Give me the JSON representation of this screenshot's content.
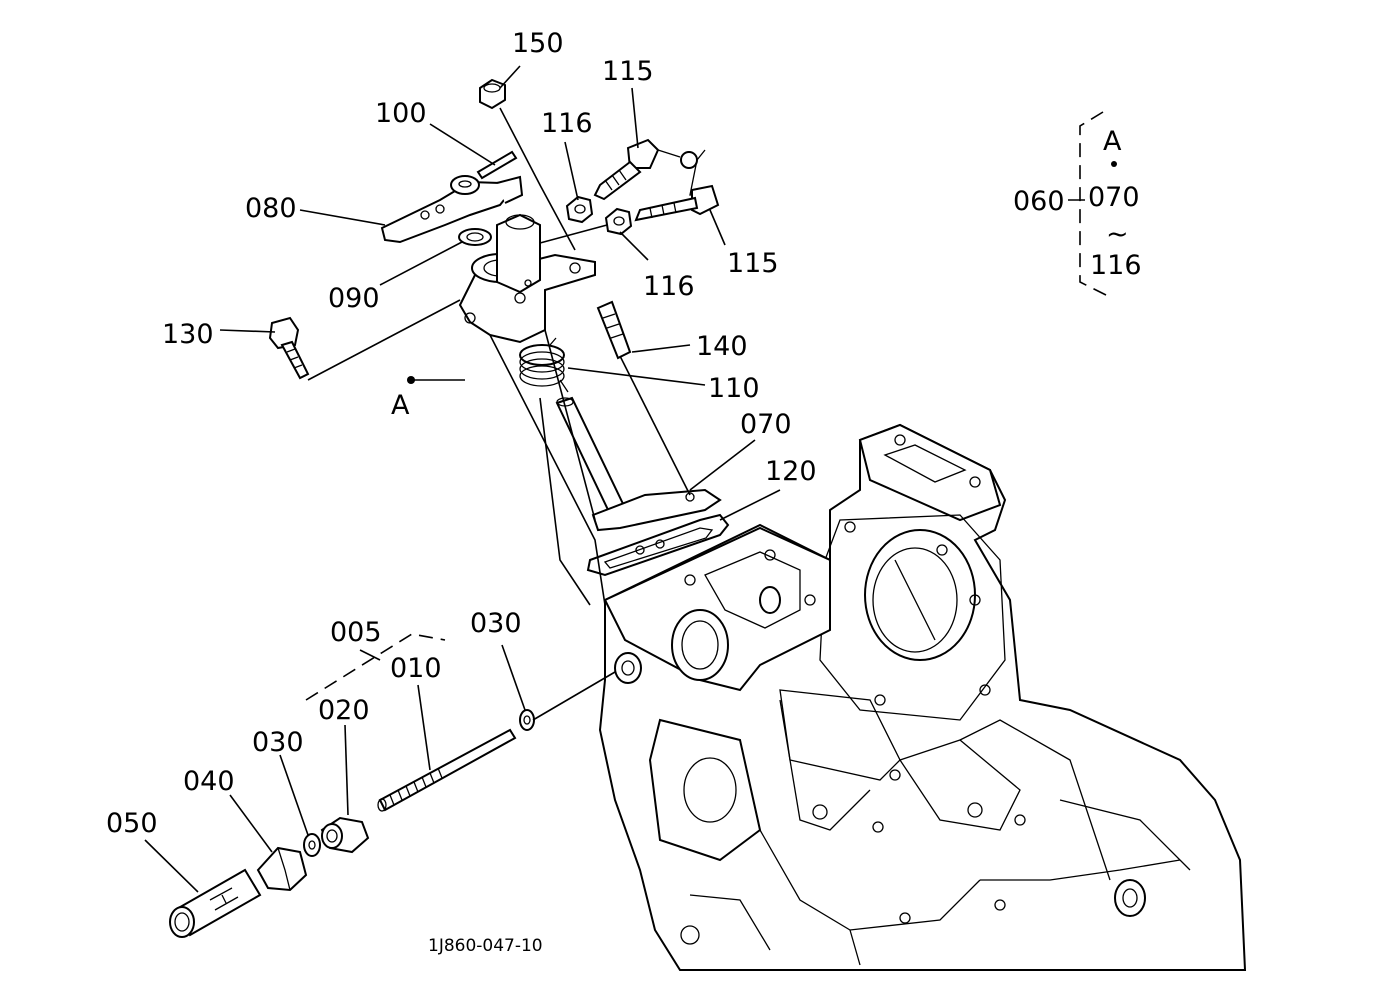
{
  "callouts": {
    "p150": "150",
    "p115_top": "115",
    "p100": "100",
    "p116_top": "116",
    "p080": "080",
    "p090": "090",
    "p116_bottom": "116",
    "p115_bottom": "115",
    "p130": "130",
    "p140": "140",
    "p110": "110",
    "p070": "070",
    "p120": "120",
    "ref_a": "A",
    "p005": "005",
    "p010": "010",
    "p030_top": "030",
    "p020": "020",
    "p030_bottom": "030",
    "p040": "040",
    "p050": "050"
  },
  "group_legend": {
    "ref": "A",
    "group": "060",
    "from": "070",
    "range_symbol": "~",
    "to": "116"
  },
  "drawing_number": "1J860-047-10"
}
